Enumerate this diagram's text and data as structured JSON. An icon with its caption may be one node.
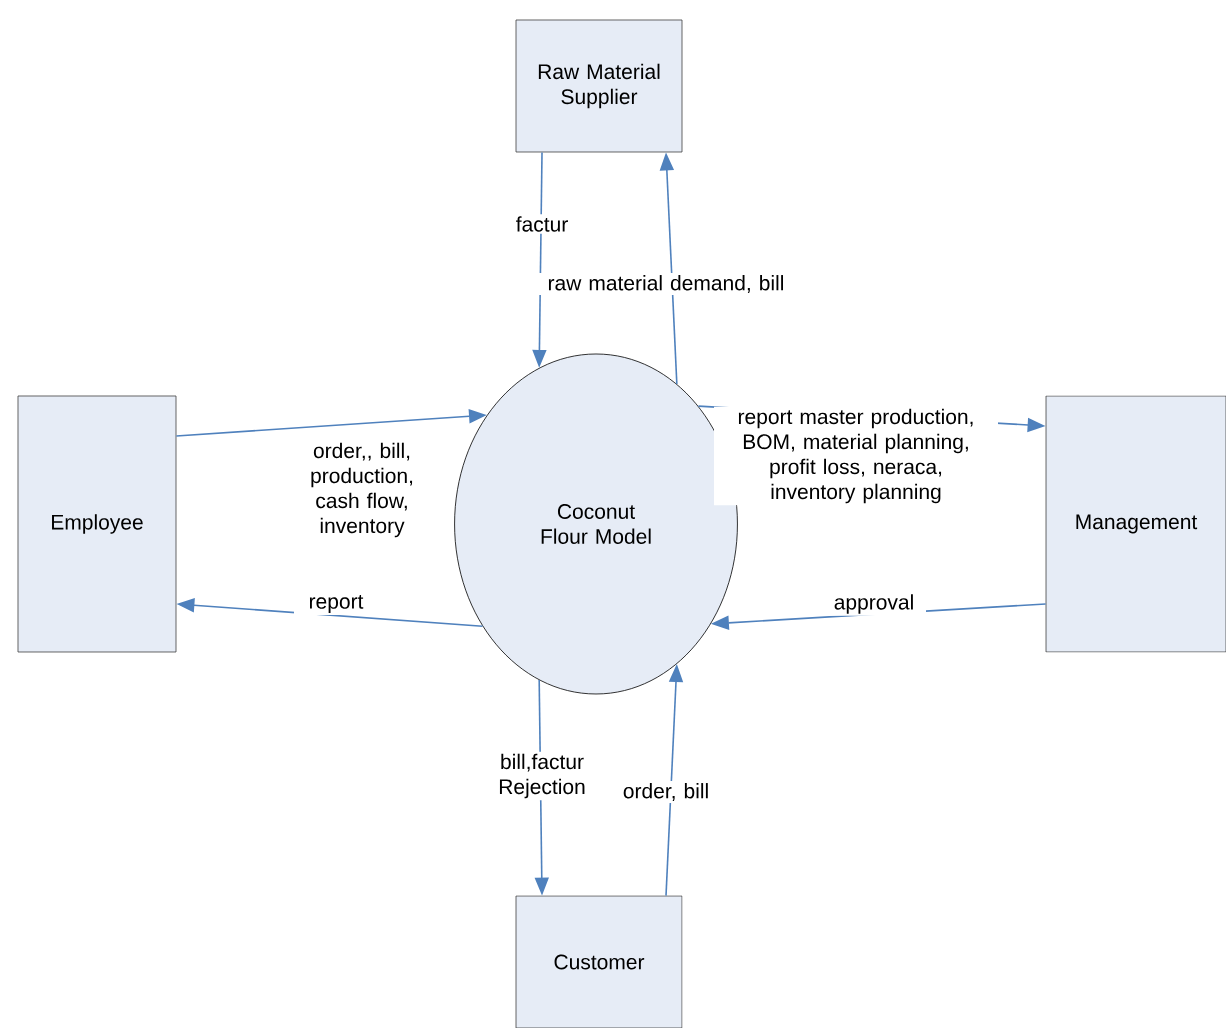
{
  "diagram": {
    "nodes": [
      {
        "text": [
          "Raw Material Supplier"
        ]
      },
      {
        "text": [
          "Employee"
        ]
      },
      {
        "text": [
          "Coconut Flour Model"
        ]
      },
      {
        "text": [
          "Management"
        ]
      },
      {
        "text": [
          "Customer"
        ]
      }
    ],
    "edges": [
      {
        "from": 0,
        "to": 2,
        "arrow": "to",
        "label": "factur"
      },
      {
        "from": 2,
        "to": 0,
        "arrow": "to",
        "label": "raw material demand, bill"
      },
      {
        "from": 1,
        "to": 2,
        "arrow": "to",
        "label": "order,, bill, production, cash flow, inventory"
      },
      {
        "from": 2,
        "to": 1,
        "arrow": "to",
        "label": "report"
      },
      {
        "from": 2,
        "to": 3,
        "arrow": "to",
        "label": "report master production, BOM, material planning, profit loss, neraca, inventory planning"
      },
      {
        "from": 3,
        "to": 2,
        "arrow": "to",
        "label": "approval"
      },
      {
        "from": 2,
        "to": 4,
        "arrow": "to",
        "label": "bill,factur Rejection"
      },
      {
        "from": 4,
        "to": 2,
        "arrow": "to",
        "label": "order, bill"
      }
    ]
  }
}
